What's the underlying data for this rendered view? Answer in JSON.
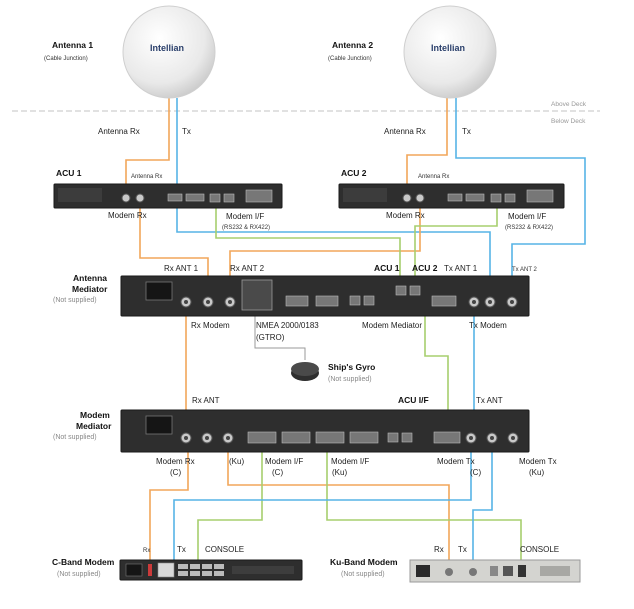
{
  "deck": {
    "above": "Above Deck",
    "below": "Below Deck"
  },
  "antennas": [
    {
      "title": "Antenna 1",
      "subtitle": "(Cable Junction)",
      "logo": "Intellian"
    },
    {
      "title": "Antenna 2",
      "subtitle": "(Cable Junction)",
      "logo": "Intellian"
    }
  ],
  "cable_labels": {
    "antenna_rx": "Antenna Rx",
    "tx": "Tx"
  },
  "acus": [
    {
      "title": "ACU 1",
      "antenna_rx": "Antenna Rx",
      "modem_rx": "Modem Rx",
      "modem_if": "Modem I/F",
      "modem_if_sub": "(RS232 & RX422)"
    },
    {
      "title": "ACU 2",
      "antenna_rx": "Antenna Rx",
      "modem_rx": "Modem Rx",
      "modem_if": "Modem I/F",
      "modem_if_sub": "(RS232 & RX422)"
    }
  ],
  "antenna_mediator": {
    "title_line1": "Antenna",
    "title_line2": "Mediator",
    "note": "(Not supplied)",
    "rx_ant1": "Rx ANT 1",
    "rx_ant2": "Rx ANT 2",
    "acu1": "ACU 1",
    "acu2": "ACU 2",
    "tx_ant1": "Tx ANT 1",
    "tx_ant2": "Tx ANT 2",
    "rx_modem": "Rx Modem",
    "modem_mediator": "Modem Mediator",
    "tx_modem": "Tx Modem",
    "nmea_line1": "NMEA 2000/0183",
    "nmea_line2": "(GTRO)"
  },
  "gyro": {
    "title": "Ship's Gyro",
    "note": "(Not supplied)"
  },
  "modem_mediator": {
    "title_line1": "Modem",
    "title_line2": "Mediator",
    "note": "(Not supplied)",
    "rx_ant": "Rx ANT",
    "acu_if": "ACU I/F",
    "tx_ant": "Tx ANT",
    "modem_rx_c": "Modem Rx",
    "modem_rx_c_sub": "(C)",
    "ku": "(Ku)",
    "modem_if_c": "Modem I/F",
    "modem_if_c_sub": "(C)",
    "modem_if_ku": "Modem I/F",
    "modem_if_ku_sub": "(Ku)",
    "modem_tx_c": "Modem Tx",
    "modem_tx_c_sub": "(C)",
    "modem_tx_ku": "Modem Tx",
    "modem_tx_ku_sub": "(Ku)"
  },
  "c_band_modem": {
    "title": "C-Band Modem",
    "note": "(Not supplied)",
    "rx": "Rx",
    "tx": "Tx",
    "console": "CONSOLE"
  },
  "ku_band_modem": {
    "title": "Ku-Band Modem",
    "note": "(Not supplied)",
    "rx": "Rx",
    "tx": "Tx",
    "console": "CONSOLE"
  },
  "colors": {
    "rx_cable": "#f2a65a",
    "tx_cable": "#56b4e6",
    "if_cable": "#a7cf6e",
    "device_panel": "#2e2e2e"
  }
}
